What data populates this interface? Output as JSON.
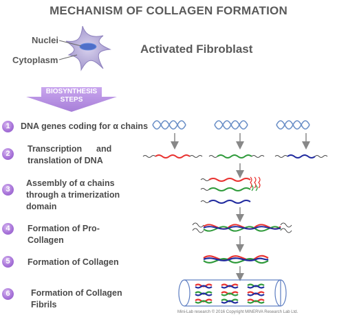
{
  "title": "MECHANISM OF COLLAGEN FORMATION",
  "cell": {
    "nuclei_label": "Nuclei",
    "cytoplasm_label": "Cytoplasm",
    "fibroblast_label": "Activated Fibroblast"
  },
  "banner": {
    "line1": "BIOSYNTHESIS",
    "line2": "STEPS"
  },
  "steps": [
    {
      "number": "1",
      "text": "DNA genes coding for α chains"
    },
    {
      "number": "2",
      "text": "Transcription      and\ntranslation of DNA"
    },
    {
      "number": "3",
      "text": "Assembly of α chains\nthrough a trimerization\ndomain"
    },
    {
      "number": "4",
      "text": "Formation of Pro-\nCollagen"
    },
    {
      "number": "5",
      "text": "Formation of Collagen"
    },
    {
      "number": "6",
      "text": "Formation of Collagen\nFibrils"
    }
  ],
  "colors": {
    "dna": "#6a8fc7",
    "chain_red": "#e8312f",
    "chain_green": "#2e9a3a",
    "chain_blue": "#1f2a9e",
    "step_circle": "#a874d9",
    "banner": "#b88ee0",
    "fibroblast": "#a79bd0"
  },
  "footer": "Mini-Lab research © 2016 Copyright MINERVA Research Lab Ltd."
}
